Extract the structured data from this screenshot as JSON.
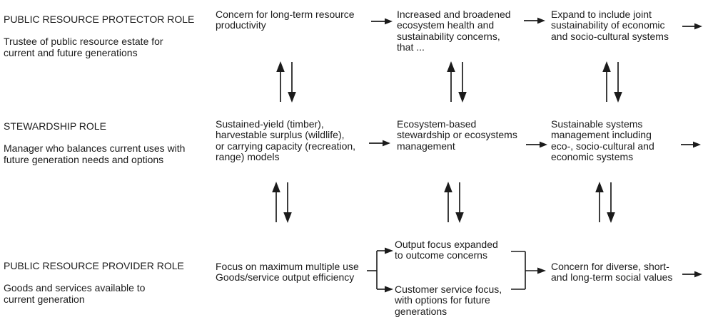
{
  "rows": [
    {
      "title": "PUBLIC RESOURCE PROTECTOR ROLE",
      "description": "Trustee of public resource estate for\ncurrent and future generations",
      "stages": [
        "Concern for long-term resource\nproductivity",
        "Increased and broadened\necosystem health and\nsustainability concerns,\nthat ...",
        "Expand to include joint\nsustainability of economic\nand socio-cultural systems"
      ]
    },
    {
      "title": "STEWARDSHIP ROLE",
      "description": "Manager who balances current uses with\nfuture generation needs and options",
      "stages": [
        "Sustained-yield (timber),\nharvestable surplus (wildlife),\nor carrying capacity (recreation,\nrange) models",
        "Ecosystem-based\nstewardship or ecosystems\nmanagement",
        "Sustainable systems\nmanagement including\neco-, socio-cultural and\neconomic systems"
      ]
    },
    {
      "title": "PUBLIC RESOURCE PROVIDER ROLE",
      "description": "Goods and services available to\ncurrent generation",
      "stages": [
        "Focus on maximum multiple use\nGoods/service output efficiency",
        "Output focus expanded\nto outcome concerns",
        "Customer service focus,\nwith options for future\ngenerations",
        "Concern for diverse, short-\nand long-term social values"
      ]
    }
  ],
  "icons": {
    "right_arrow": "→",
    "up_arrow": "↑",
    "down_arrow": "↓"
  },
  "colors": {
    "ink": "#1b1b1b",
    "background": "#ffffff"
  }
}
